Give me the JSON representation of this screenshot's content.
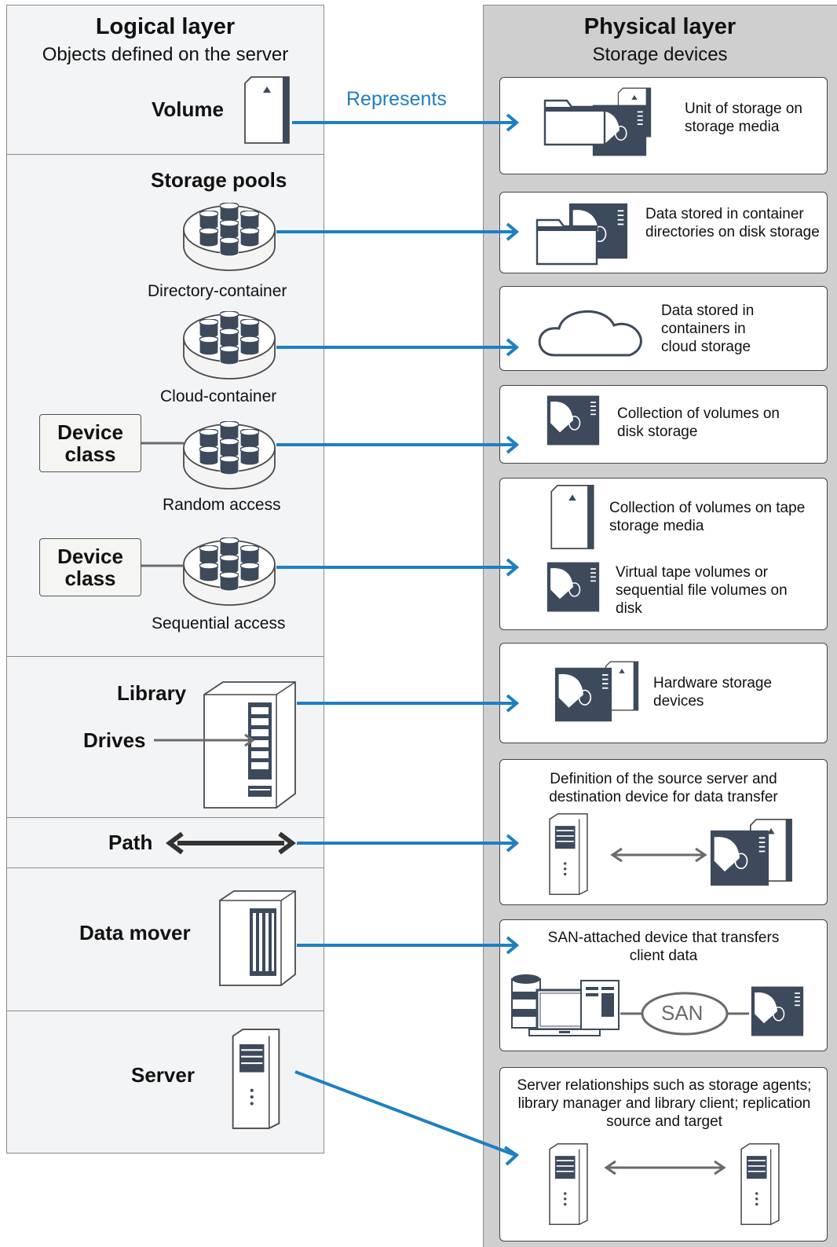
{
  "logical": {
    "title": "Logical layer",
    "subtitle": "Objects defined on the server",
    "volume": "Volume",
    "storage_pools": "Storage pools",
    "directory_container": "Directory-container",
    "cloud_container": "Cloud-container",
    "random_access": "Random access",
    "sequential_access": "Sequential access",
    "device_class_1": "Device class",
    "device_class_2": "Device class",
    "library": "Library",
    "drives": "Drives",
    "path": "Path",
    "data_mover": "Data mover",
    "server": "Server"
  },
  "represents": "Represents",
  "physical": {
    "title": "Physical layer",
    "subtitle": "Storage devices",
    "unit_of_storage": "Unit of storage on storage media",
    "directory_data": "Data stored in container directories on disk storage",
    "cloud_data": "Data stored in containers in cloud storage",
    "random_collection": "Collection of volumes on disk storage",
    "tape_collection": "Collection of volumes on tape storage media",
    "virtual_tape": "Virtual tape volumes or sequential file volumes on disk",
    "hardware": "Hardware storage devices",
    "path_definition": "Definition of the source server and destination device for data transfer",
    "san_device": "SAN-attached device that transfers client data",
    "san_label": "SAN",
    "server_relationships": "Server relationships such as storage agents; library manager and library client; replication source and target"
  },
  "colors": {
    "arrow_blue": "#1f7fc1",
    "icon_dark": "#3c4a5c",
    "logical_bg": "#f3f4f6",
    "physical_bg": "#cfcfcf"
  }
}
